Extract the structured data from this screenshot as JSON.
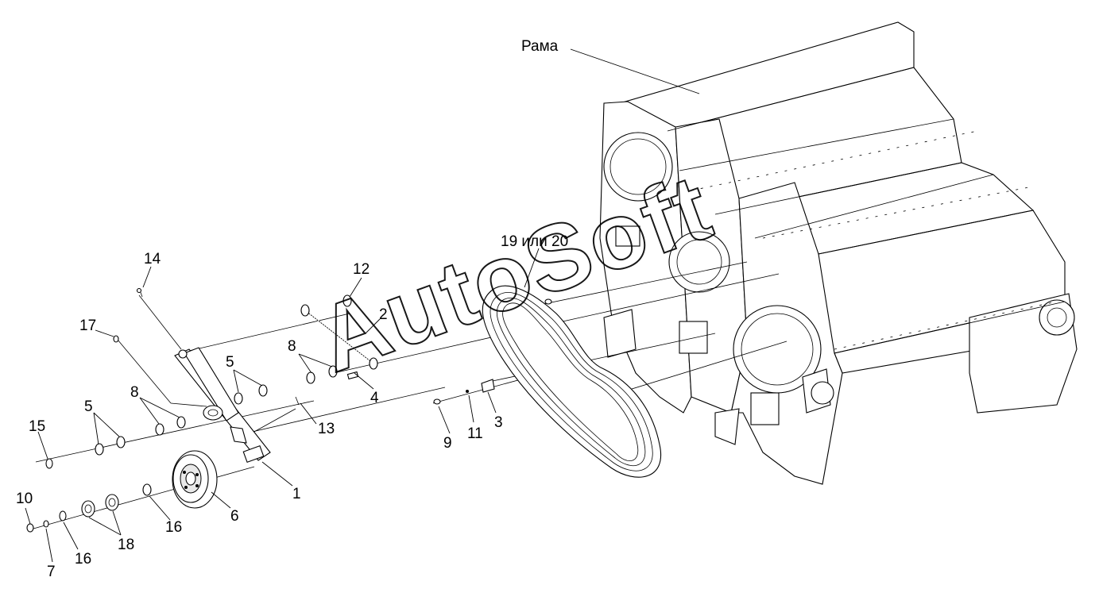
{
  "frame_label": "Рама",
  "belt_label": "19 или 20",
  "watermark": "AutoSoft",
  "callouts": {
    "c1": "1",
    "c2": "2",
    "c3": "3",
    "c4": "4",
    "c5a": "5",
    "c5b": "5",
    "c6": "6",
    "c7": "7",
    "c8a": "8",
    "c8b": "8",
    "c9": "9",
    "c10": "10",
    "c11": "11",
    "c12": "12",
    "c13": "13",
    "c14": "14",
    "c15": "15",
    "c16a": "16",
    "c16b": "16",
    "c17": "17",
    "c18": "18"
  }
}
